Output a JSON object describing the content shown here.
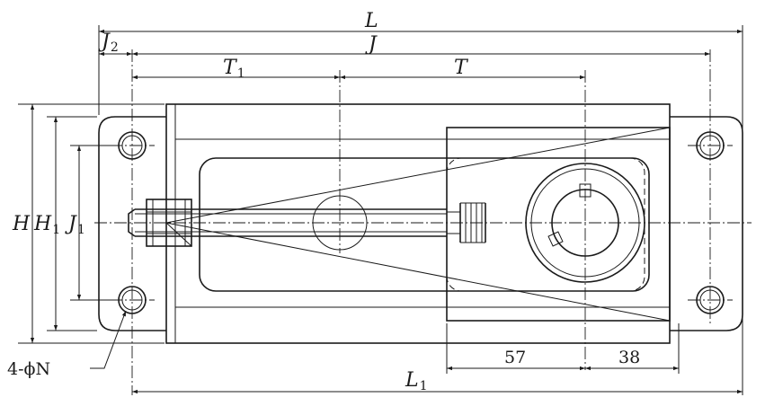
{
  "labels": {
    "L": "L",
    "L1": "L",
    "L1_sub": "1",
    "J": "J",
    "J2": "J",
    "J2_sub": "2",
    "T": "T",
    "T1": "T",
    "T1_sub": "1",
    "H": "H",
    "H1": "H",
    "H1_sub": "1",
    "J1": "J",
    "J1_sub": "1",
    "hole": "4-ϕN",
    "dim_57": "57",
    "dim_38": "38"
  }
}
